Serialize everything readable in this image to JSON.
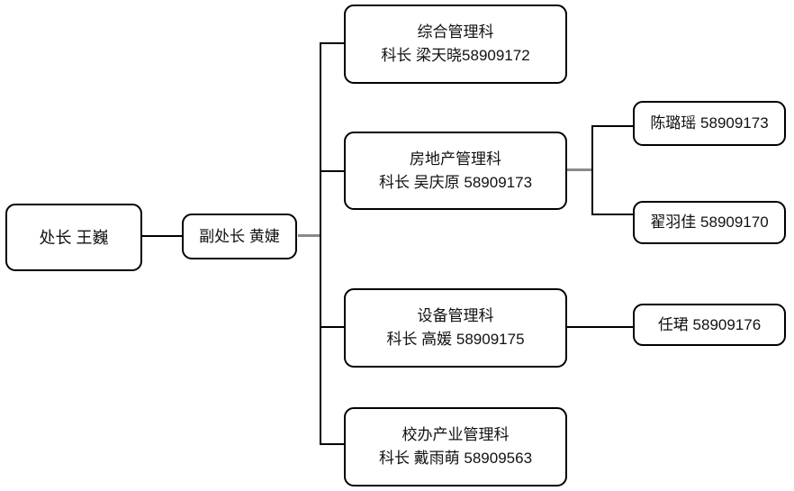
{
  "org_chart": {
    "director": {
      "label": "处长 王巍"
    },
    "deputy_director": {
      "label": "副处长 黄婕"
    },
    "departments": [
      {
        "name": "综合管理科",
        "head": "科长 梁天晓58909172"
      },
      {
        "name": "房地产管理科",
        "head": "科长 吴庆原 58909173"
      },
      {
        "name": "设备管理科",
        "head": "科长 高媛 58909175"
      },
      {
        "name": "校办产业管理科",
        "head": "科长 戴雨萌 58909563"
      }
    ],
    "staff": [
      {
        "label": "陈璐瑶 58909173",
        "parent_department": "房地产管理科"
      },
      {
        "label": "翟羽佳 58909170",
        "parent_department": "房地产管理科"
      },
      {
        "label": "任珺 58909176",
        "parent_department": "设备管理科"
      }
    ]
  },
  "colors": {
    "background": "#ffffff",
    "box_border": "#000000",
    "text": "#111111",
    "connector": "#000000",
    "highlighted_connector": "#8a8a8a"
  }
}
